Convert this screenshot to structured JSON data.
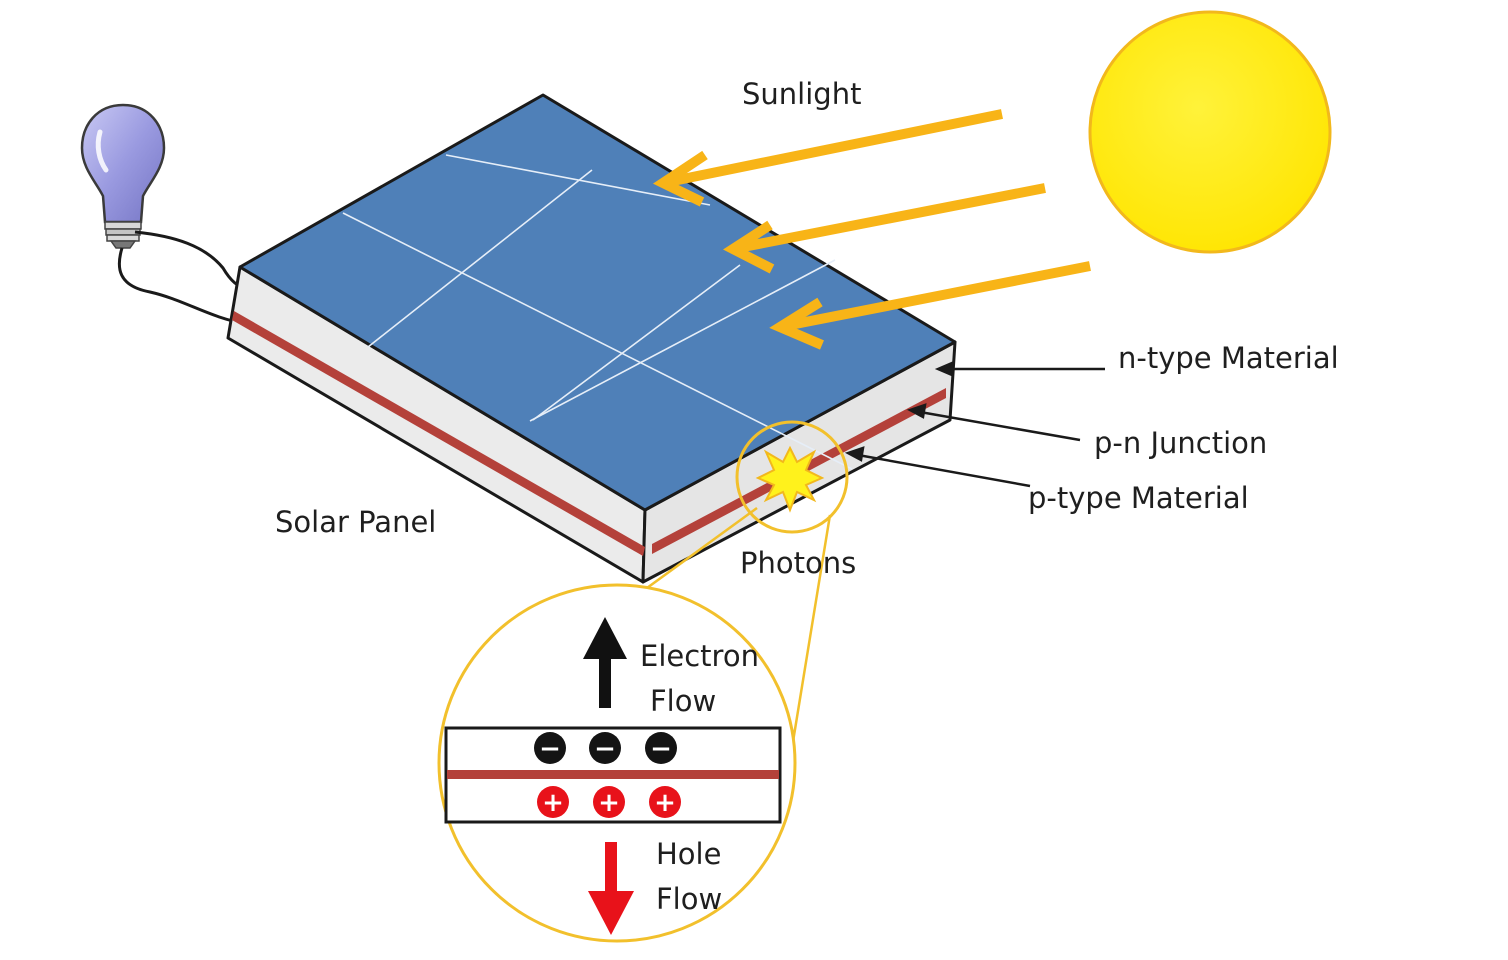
{
  "labels": {
    "sunlight": "Sunlight",
    "n_type": "n-type Material",
    "pn_junction": "p-n Junction",
    "p_type": "p-type Material",
    "solar_panel": "Solar Panel",
    "photons": "Photons",
    "electron_flow_1": "Electron",
    "electron_flow_2": "Flow",
    "hole_flow_1": "Hole",
    "hole_flow_2": "Flow"
  },
  "signs": {
    "electron": "−",
    "hole": "+"
  },
  "colors": {
    "panel_top": "#4f80b8",
    "panel_side": "#e9e9e9",
    "junction": "#b4413a",
    "sun": "#ffee00",
    "sun_outline": "#f2b81c",
    "sunlight_arrow": "#f8b417",
    "zoom_outline": "#f2c02c",
    "bulb": "#9a9ae0",
    "electron": "#141414",
    "hole": "#e8121a",
    "electron_arrow": "#111111",
    "hole_arrow": "#e8121a"
  }
}
